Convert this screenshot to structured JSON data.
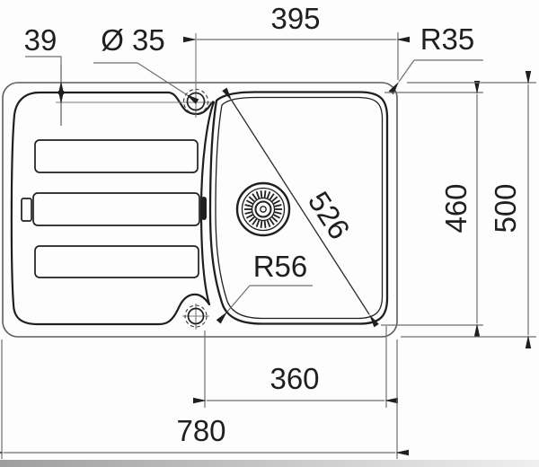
{
  "labels": {
    "faucet_offset": "39",
    "faucet_hole_diameter": "Ø 35",
    "faucet_to_edge_width": "395",
    "corner_radius": "R35",
    "inner_depth": "460",
    "outer_depth": "500",
    "bowl_diagonal": "526",
    "bowl_corner_radius": "R56",
    "bowl_width": "360",
    "overall_width": "780"
  },
  "colors": {
    "line_dark": "#1f1f1f",
    "line_grey": "#6f6f6f",
    "text": "#1f1f1f",
    "background": "#fdfdfd",
    "bottom_bar_left": "#9e9e9e",
    "bottom_bar_right": "#efefef"
  }
}
